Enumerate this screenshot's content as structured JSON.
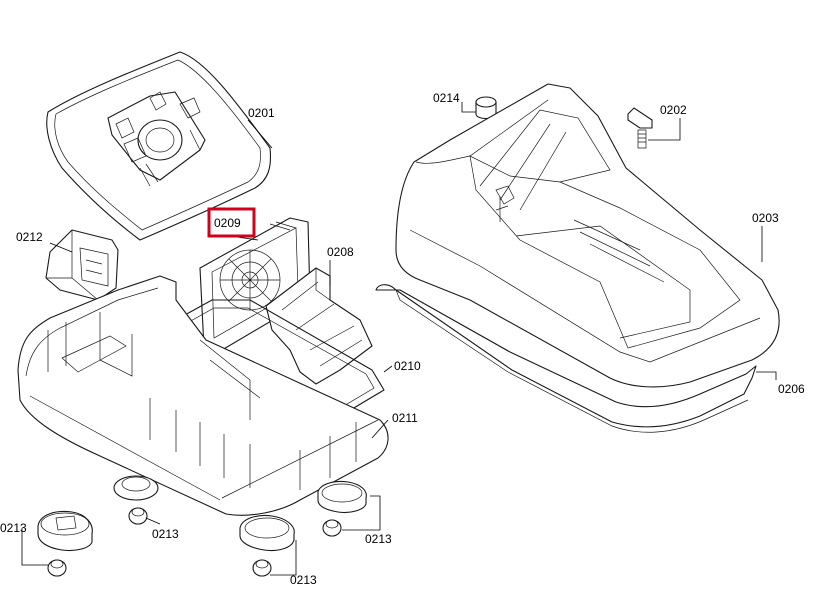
{
  "labels": {
    "p0201": "0201",
    "p0202": "0202",
    "p0203": "0203",
    "p0206": "0206",
    "p0208": "0208",
    "p0209": "0209",
    "p0210": "0210",
    "p0211": "0211",
    "p0212": "0212",
    "p0213_a": "0213",
    "p0213_b": "0213",
    "p0213_c": "0213",
    "p0213_d": "0213",
    "p0214": "0214"
  },
  "highlight": {
    "part": "0209",
    "color": "#d0021b"
  }
}
